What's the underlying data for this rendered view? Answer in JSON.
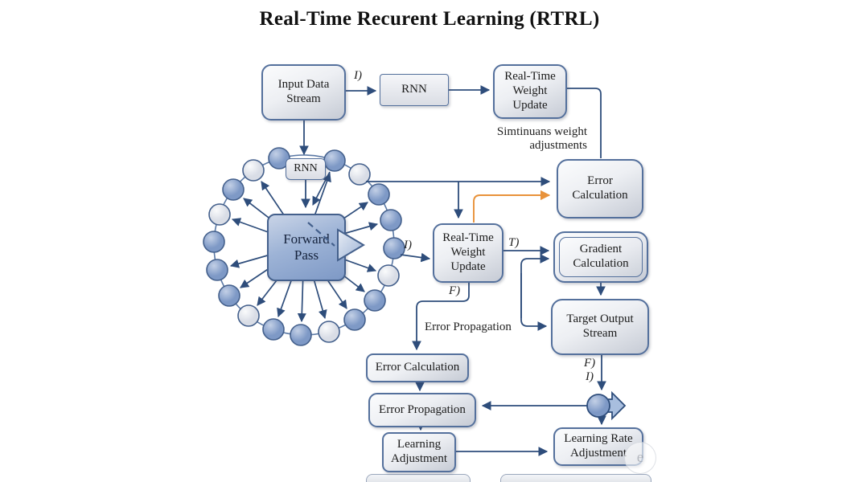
{
  "title": "Real-Time Recurent Learning (RTRL)",
  "nodes": {
    "input_data_stream": "Input Data\nStream",
    "rnn_top": "RNN",
    "rtwu_top": "Real-Time\nWeight\nUpdate",
    "error_calc_top": "Error\nCalculation",
    "rnn_small": "RNN",
    "forward_pass": "Forward\nPass",
    "rtwu_center": "Real-Time\nWeight\nUpdate",
    "gradient_calc": "Gradient\nCalculation",
    "target_output_stream": "Target Output\nStream",
    "error_calc_bottom": "Error Calculation",
    "error_propagation_box": "Error Propagation",
    "learning_adjustment": "Learning\nAdjustment",
    "learning_rate_adjustment": "Learning Rate\nAdjustment"
  },
  "edge_labels": {
    "input_to_rnn": "I)",
    "ring_to_rtwu": "I)",
    "rtwu_to_gradient": "T)",
    "rtwu_down": "F)",
    "target_down_1": "F)",
    "target_down_2": "I)"
  },
  "annotations": {
    "continuous_weight": "Simtinuans weight\nadjustments",
    "error_propagation": "Error Propagation",
    "watermark_letter": "e"
  },
  "colors": {
    "connector": "#2e4d7b",
    "highlight_arrow": "#e8923a",
    "node_border": "#54709c",
    "node_fill_top": "#fbfcfd",
    "node_fill_bottom": "#c6cbd5",
    "forward_pass_fill": "#8aa3cc",
    "ring_circle_blue": "#8fa8d2",
    "ring_circle_light": "#e9ebf1"
  }
}
